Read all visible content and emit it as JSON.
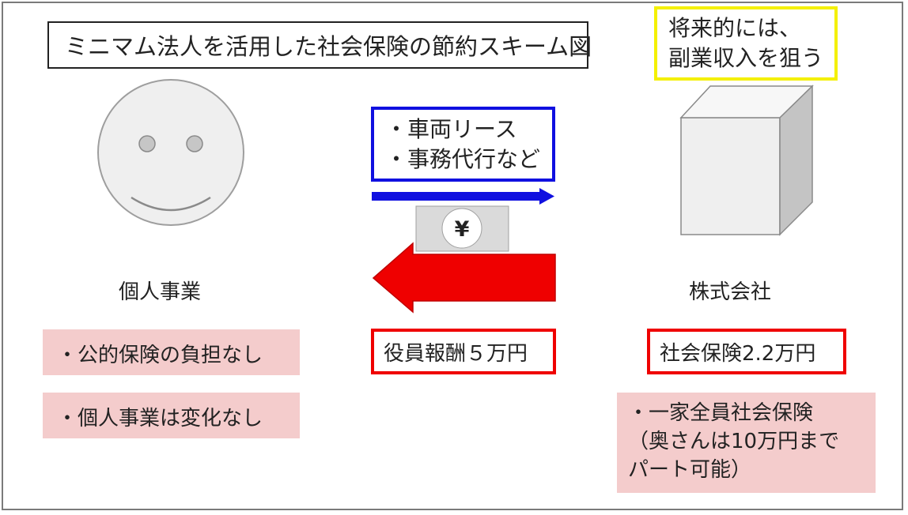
{
  "title": "ミニマム法人を活用した社会保険の節約スキーム図",
  "future_note": {
    "line1": "将来的には、",
    "line2": "副業収入を狙う"
  },
  "services": {
    "line1": "・車両リース",
    "line2": "・事務代行など"
  },
  "money_symbol": "¥",
  "personal": {
    "label": "個人事業",
    "notes": [
      "・公的保険の負担なし",
      "・個人事業は変化なし"
    ]
  },
  "corporation": {
    "label": "株式会社",
    "social_insurance": "社会保険2.2万円",
    "notes": [
      "・一家全員社会保険",
      "（奥さんは10万円まで",
      "パート可能）"
    ]
  },
  "executive_pay": "役員報酬５万円",
  "colors": {
    "service_border": "#1010e0",
    "future_border": "#f4f000",
    "alert_border": "#ef0000",
    "note_fill": "#f4cccc",
    "blue_arrow": "#1010e0",
    "red_arrow": "#ef0000",
    "face_fill": "#efefef",
    "cube_fill": "#efefef"
  },
  "icons": {
    "person": "smiley-face-icon",
    "company": "cube-icon",
    "money": "banknote-icon"
  }
}
